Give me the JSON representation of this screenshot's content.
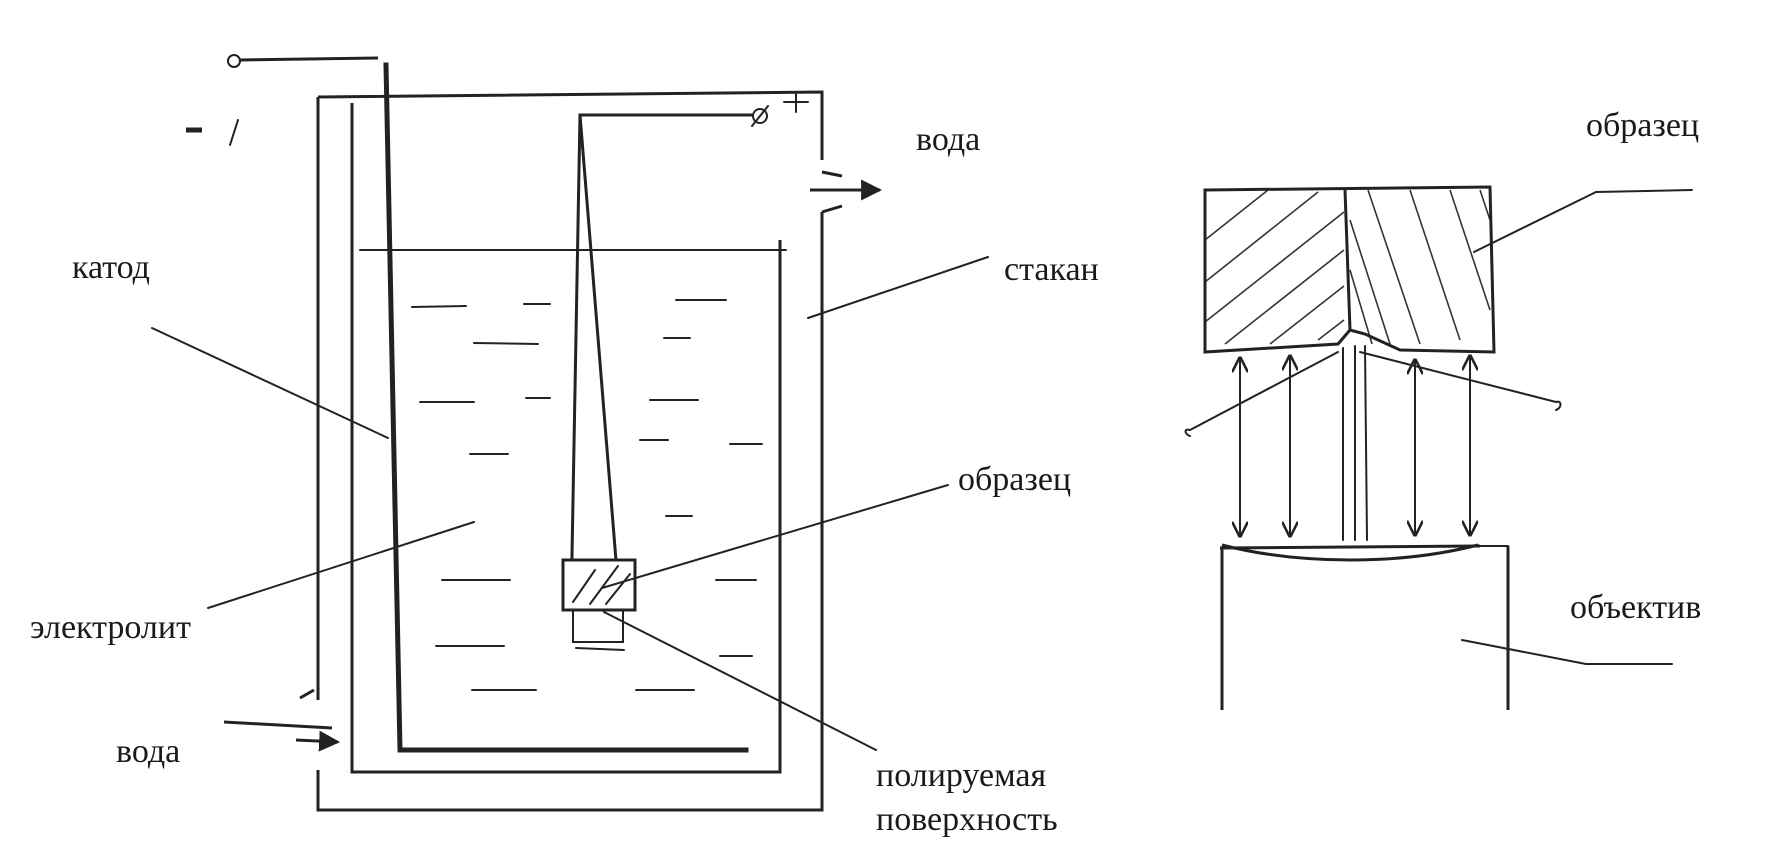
{
  "labels": {
    "cathode": "катод",
    "electrolyte": "электролит",
    "water_in": "вода",
    "water_out": "вода",
    "beaker": "стакан",
    "sample_left": "образец",
    "polished_line1": "полируемая",
    "polished_line2": "поверхность",
    "sample_right": "образец",
    "objective": "объектив",
    "minus": "–",
    "plus": "+"
  }
}
